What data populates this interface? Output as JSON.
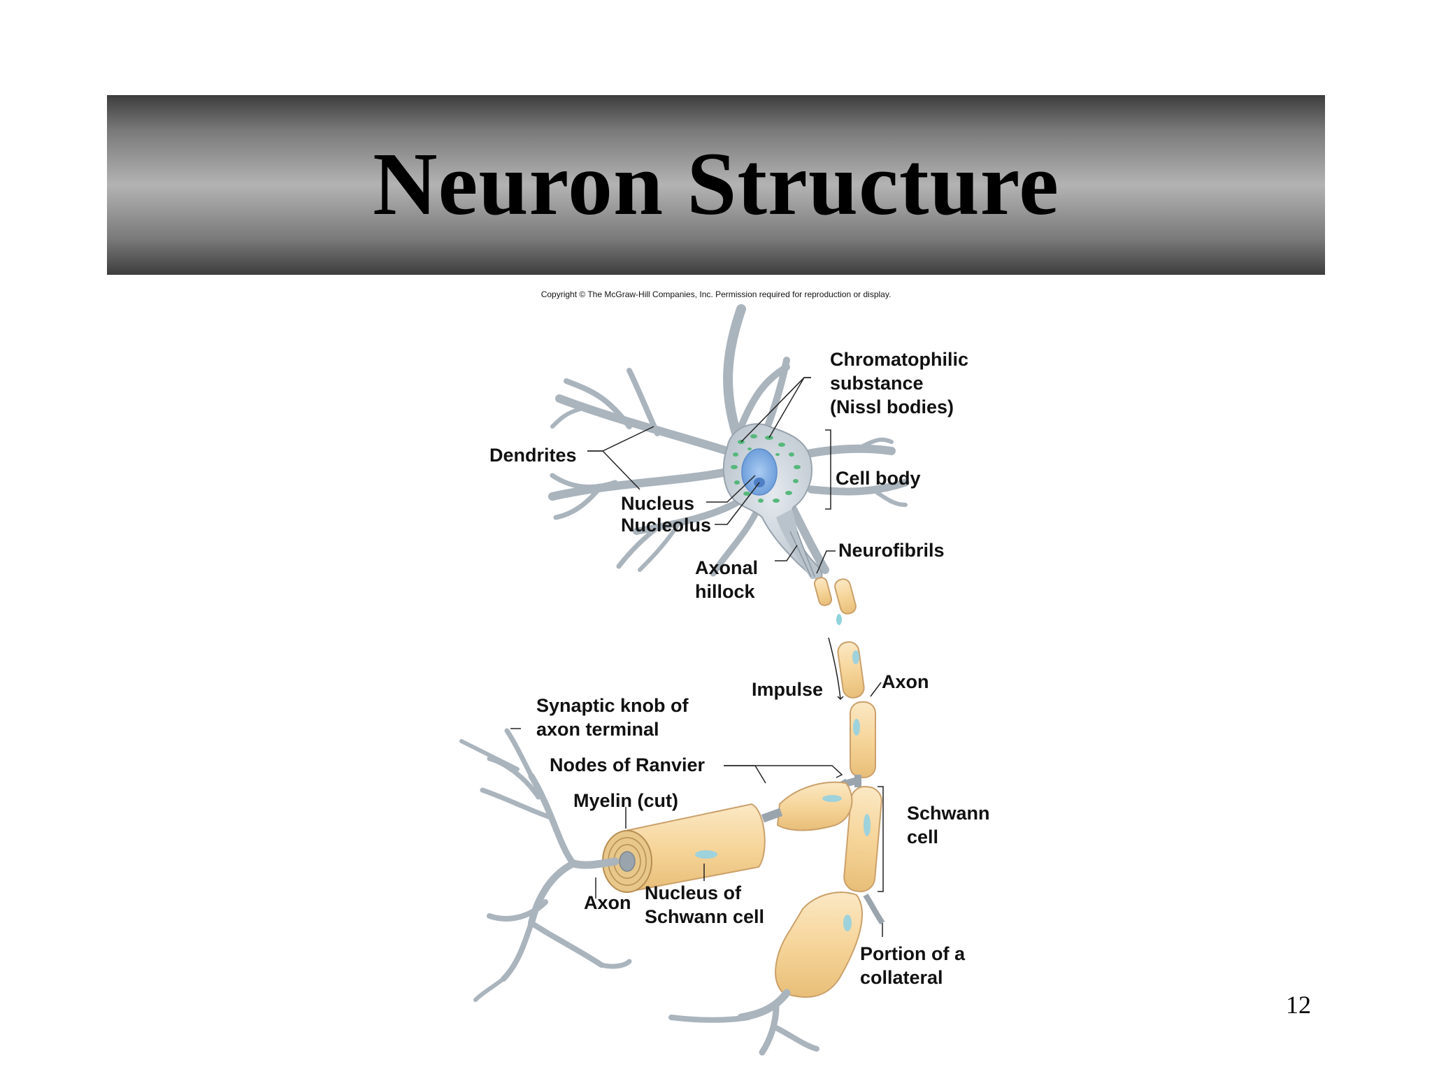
{
  "slide": {
    "title": "Neuron Structure",
    "copyright": "Copyright © The McGraw-Hill Companies, Inc. Permission required for reproduction or display.",
    "page_number": "12"
  },
  "labels": {
    "chromatophilic_1": "Chromatophilic",
    "chromatophilic_2": "substance",
    "chromatophilic_3": "(Nissl bodies)",
    "dendrites": "Dendrites",
    "cell_body": "Cell body",
    "nucleus": "Nucleus",
    "nucleolus": "Nucleolus",
    "neurofibrils": "Neurofibrils",
    "axonal_hillock_1": "Axonal",
    "axonal_hillock_2": "hillock",
    "impulse": "Impulse",
    "axon_upper": "Axon",
    "synaptic_knob_1": "Synaptic knob of",
    "synaptic_knob_2": "axon terminal",
    "nodes_of_ranvier": "Nodes of Ranvier",
    "myelin_cut": "Myelin (cut)",
    "schwann_cell_1": "Schwann",
    "schwann_cell_2": "cell",
    "axon_lower": "Axon",
    "nucleus_schwann_1": "Nucleus of",
    "nucleus_schwann_2": "Schwann cell",
    "collateral_1": "Portion of a",
    "collateral_2": "collateral"
  }
}
